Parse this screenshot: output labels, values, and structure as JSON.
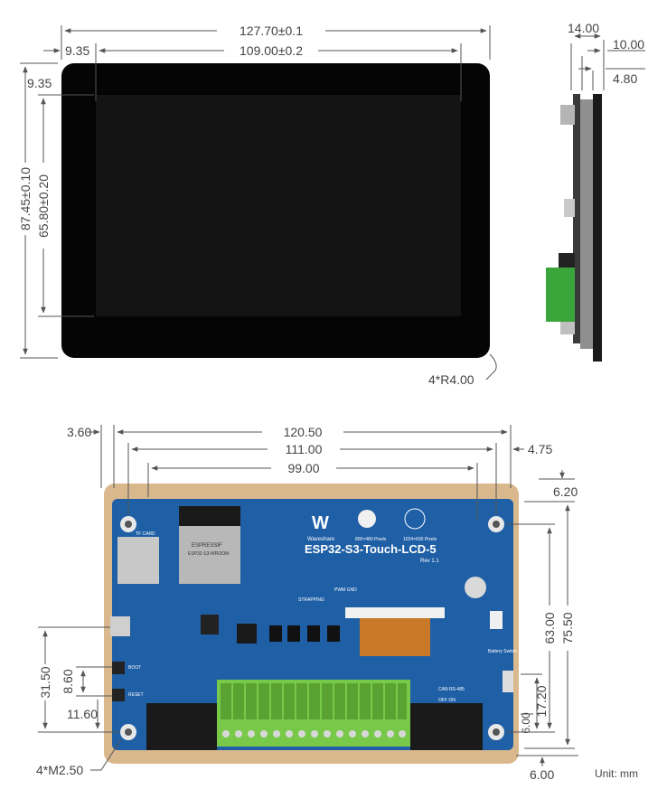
{
  "front": {
    "width_total": "127.70±0.1",
    "width_active": "109.00±0.2",
    "left_margin": "9.35",
    "top_margin": "9.35",
    "height_total": "87.45±0.10",
    "height_active": "65.80±0.20",
    "corner_radius": "4*R4.00"
  },
  "side": {
    "depth_total": "14.00",
    "depth_module": "10.00",
    "depth_glass": "4.80"
  },
  "back": {
    "left_offset": "3.60",
    "width_outer": "120.50",
    "width_holes": "111.00",
    "width_inner": "99.00",
    "right_offset": "4.75",
    "top_offset": "6.20",
    "height_holes": "63.00",
    "height_outer": "75.50",
    "height_left_a": "31.50",
    "height_left_b": "8.60",
    "height_left_c": "11.60",
    "height_right_a": "17.20",
    "height_right_b": "6.00",
    "bottom_offset": "6.00",
    "mount_holes": "4*M2.50",
    "unit": "Unit: mm"
  },
  "pcb": {
    "brand": "Waveshare",
    "model": "ESP32-S3-Touch-LCD-5",
    "rev": "Rev 1.1",
    "resolution_a": "800×480 Pixels",
    "resolution_b": "1024×600 Pixels",
    "module_brand": "ESPRESSIF",
    "module_name": "ESP32-S3-WROOM",
    "tf_card": "TF CARD",
    "strapping": "STRAPPING",
    "pwm_gnd": "PWM GND",
    "can_rs485": "CAN RS-485",
    "off_on": "OFF ON",
    "battery_switch": "Battery Switch",
    "boot": "BOOT",
    "reset": "RESET"
  }
}
